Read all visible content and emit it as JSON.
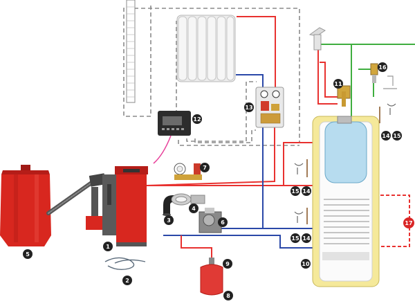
{
  "diagram": {
    "colors": {
      "hot_pipe": "#e8312f",
      "cold_pipe": "#2a48a8",
      "water_pipe": "#3fae3f",
      "signal_line": "#8a8a8a",
      "sensor_line": "#e8409a",
      "badge": "#222222",
      "badge_red": "#d92626",
      "boiler": "#d8271f",
      "tank_shell": "#f5e99a"
    },
    "labels": [
      {
        "id": "1",
        "name": "boiler"
      },
      {
        "id": "2",
        "name": "sensor-cables"
      },
      {
        "id": "3",
        "name": "chimney-elbow"
      },
      {
        "id": "4",
        "name": "pipe-adapter"
      },
      {
        "id": "5",
        "name": "pellet-hopper"
      },
      {
        "id": "6",
        "name": "pump-group"
      },
      {
        "id": "7",
        "name": "safety-group"
      },
      {
        "id": "8",
        "name": "expansion-vessel"
      },
      {
        "id": "9",
        "name": "vessel-valve"
      },
      {
        "id": "10",
        "name": "storage-tank"
      },
      {
        "id": "11",
        "name": "thermostatic-mixing-valve"
      },
      {
        "id": "12",
        "name": "controller"
      },
      {
        "id": "13",
        "name": "mixing-station"
      },
      {
        "id": "14",
        "name": "temperature-sensor"
      },
      {
        "id": "15",
        "name": "sensor-clip"
      },
      {
        "id": "16",
        "name": "relief-valve"
      },
      {
        "id": "17",
        "name": "circulation-pump"
      }
    ]
  }
}
